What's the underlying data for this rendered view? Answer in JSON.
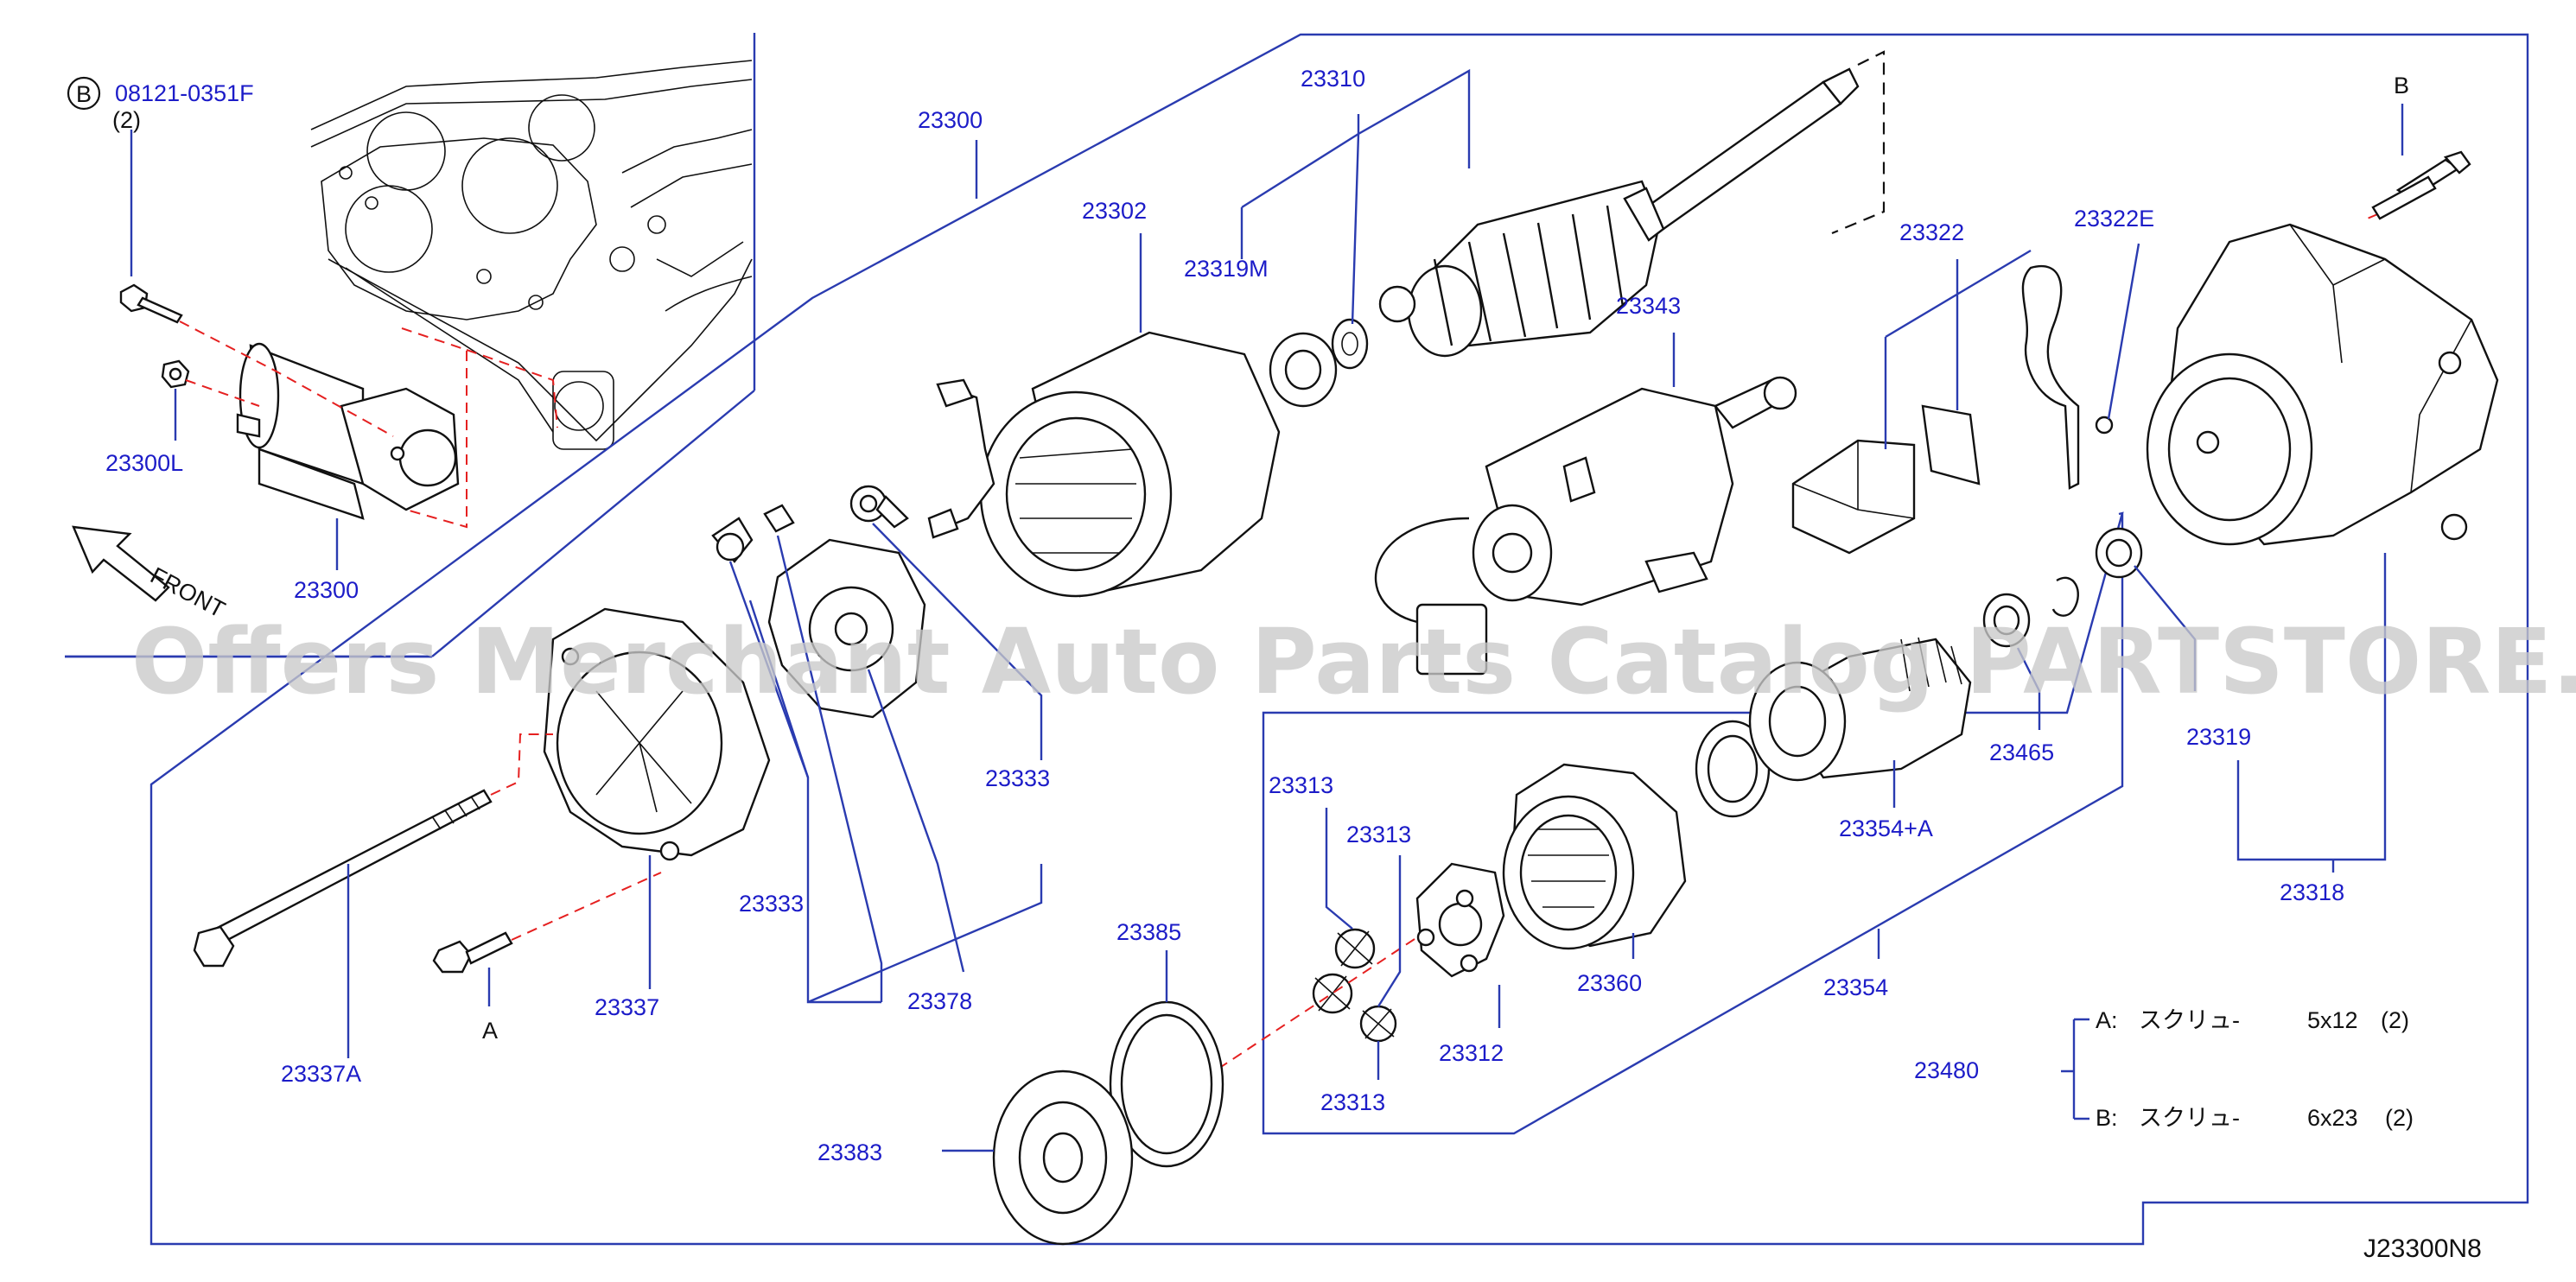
{
  "diagram_code": "J23300N8",
  "watermark": "Offers Merchant Auto Parts Catalog PARTSTORE.SA",
  "front_label": "FRONT",
  "bolt_callout": {
    "circle_letter": "B",
    "part_number": "08121-0351F",
    "quantity": "(2)"
  },
  "marker_a": "A",
  "marker_b": "B",
  "parts": {
    "p23300": "23300",
    "p23300_inset": "23300",
    "p23300L": "23300L",
    "p23302": "23302",
    "p23310": "23310",
    "p23319M": "23319M",
    "p23343": "23343",
    "p23322": "23322",
    "p23322E": "23322E",
    "p23333_right": "23333",
    "p23333_left": "23333",
    "p23378": "23378",
    "p23337": "23337",
    "p23337A": "23337A",
    "p23313_top": "23313",
    "p23313_mid": "23313",
    "p23313_bottom": "23313",
    "p23312": "23312",
    "p23360": "23360",
    "p23354": "23354",
    "p23354A": "23354+A",
    "p23465": "23465",
    "p23319": "23319",
    "p23318": "23318",
    "p23385": "23385",
    "p23383": "23383",
    "p23480": "23480"
  },
  "screw_table": [
    {
      "key": "A:",
      "name": "スクリュ-",
      "size": "5x12",
      "qty": "(2)"
    },
    {
      "key": "B:",
      "name": "スクリュ-",
      "size": "6x23",
      "qty": "(2)"
    }
  ]
}
